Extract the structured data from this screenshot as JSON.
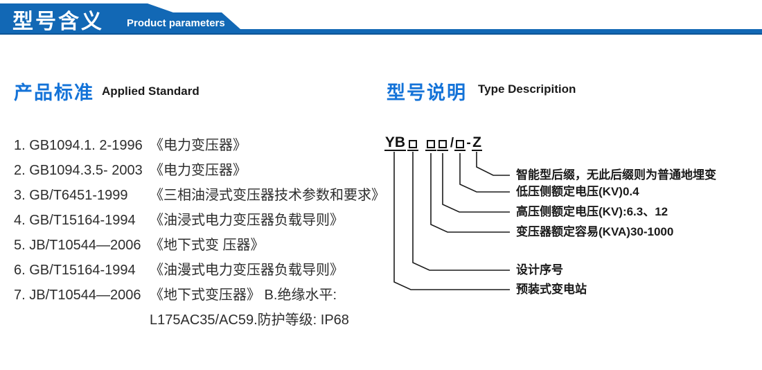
{
  "banner": {
    "title": "型号含义",
    "subtitle": "Product parameters"
  },
  "standards": {
    "title_cn": "产品标准",
    "title_en": "Applied Standard",
    "items": [
      {
        "code": "1. GB1094.1. 2-1996",
        "name": "《电力变压器》"
      },
      {
        "code": "2. GB1094.3.5- 2003",
        "name": "《电力变压器》"
      },
      {
        "code": "3. GB/T6451-1999",
        "name": "《三相油浸式变压器技术参数和要求》"
      },
      {
        "code": "4. GB/T15164-1994",
        "name": "《油浸式电力变压器负载导则》"
      },
      {
        "code": "5. JB/T10544—2006",
        "name": "《地下式变 压器》"
      },
      {
        "code": "6. GB/T15164-1994",
        "name": "《油漫式电力变压器负载导则》"
      },
      {
        "code": "7. JB/T10544—2006",
        "name": "《地下式变压器》 B.绝缘水平:"
      },
      {
        "code": "",
        "name": "L175AC35/AC59.防护等级: IP68"
      }
    ]
  },
  "type_description": {
    "title_cn": "型号说明",
    "title_en": "Type Descripition",
    "model_code": {
      "prefix": "YB",
      "box": "",
      "slash": "/",
      "dash": "-",
      "suffix": "Z"
    },
    "labels": [
      {
        "text": "智能型后缀，无此后缀则为普通地埋变"
      },
      {
        "text": "低压侧额定电压(KV)0.4"
      },
      {
        "text": "高压侧额定电压(KV):6.3、12"
      },
      {
        "text": "变压器额定容易(KVA)30-1000"
      },
      {
        "text": "设计序号"
      },
      {
        "text": "预装式变电站"
      }
    ]
  },
  "colors": {
    "banner_blue": "#1268b5",
    "banner_edge": "#0d5596",
    "section_title_blue": "#1473d8",
    "text_dark": "#2d2d2d"
  }
}
